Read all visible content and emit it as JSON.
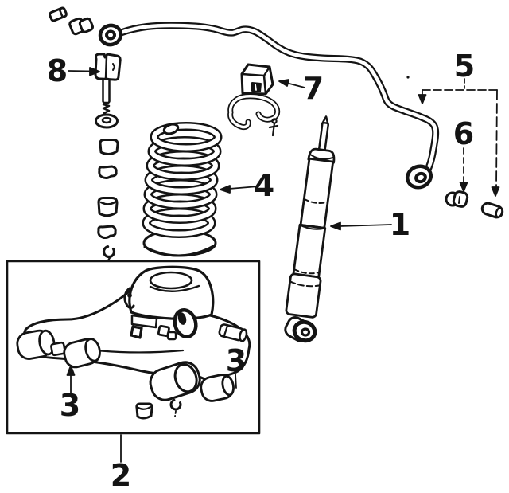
{
  "figure": {
    "background": "#ffffff",
    "ink": "#141414",
    "type_hint": "suspension-parts-line-diagram"
  },
  "callouts": [
    {
      "id": "callout-1",
      "label": "1"
    },
    {
      "id": "callout-2",
      "label": "2"
    },
    {
      "id": "callout-3-left",
      "label": "3"
    },
    {
      "id": "callout-3-right",
      "label": "3"
    },
    {
      "id": "callout-4",
      "label": "4"
    },
    {
      "id": "callout-5",
      "label": "5"
    },
    {
      "id": "callout-6",
      "label": "6"
    },
    {
      "id": "callout-7",
      "label": "7"
    },
    {
      "id": "callout-8",
      "label": "8"
    }
  ]
}
